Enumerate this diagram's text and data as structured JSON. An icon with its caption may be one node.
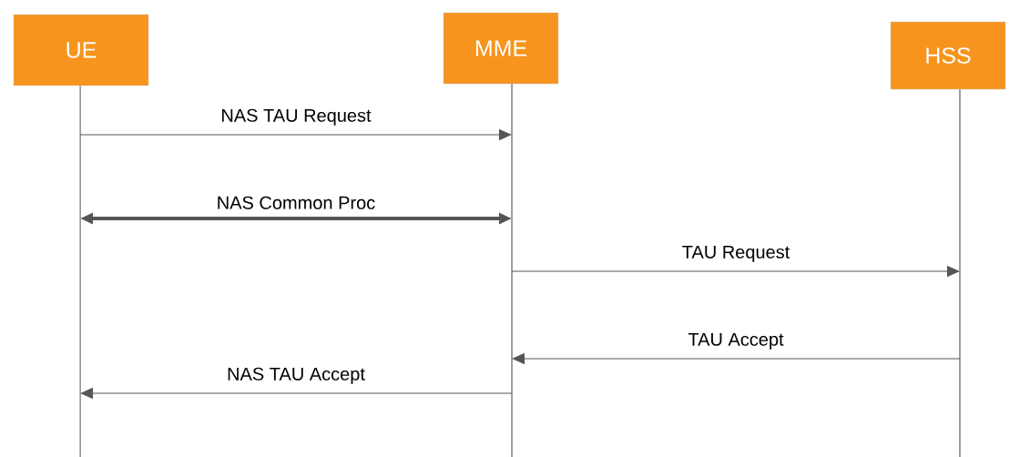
{
  "diagram": {
    "nodes": [
      {
        "text": [
          "UE"
        ]
      },
      {
        "text": [
          "MME"
        ]
      },
      {
        "text": [
          "HSS"
        ]
      }
    ],
    "edges": [
      {
        "from": 0,
        "to": 1,
        "arrow": "to",
        "label": "NAS TAU Request"
      },
      {
        "from": 0,
        "to": 1,
        "arrow": "both",
        "label": "NAS Common Proc",
        "style": "thick"
      },
      {
        "from": 1,
        "to": 2,
        "arrow": "to",
        "label": "TAU Request"
      },
      {
        "from": 2,
        "to": 1,
        "arrow": "to",
        "label": "TAU Accept"
      },
      {
        "from": 1,
        "to": 0,
        "arrow": "to",
        "label": "NAS TAU Accept"
      }
    ]
  }
}
